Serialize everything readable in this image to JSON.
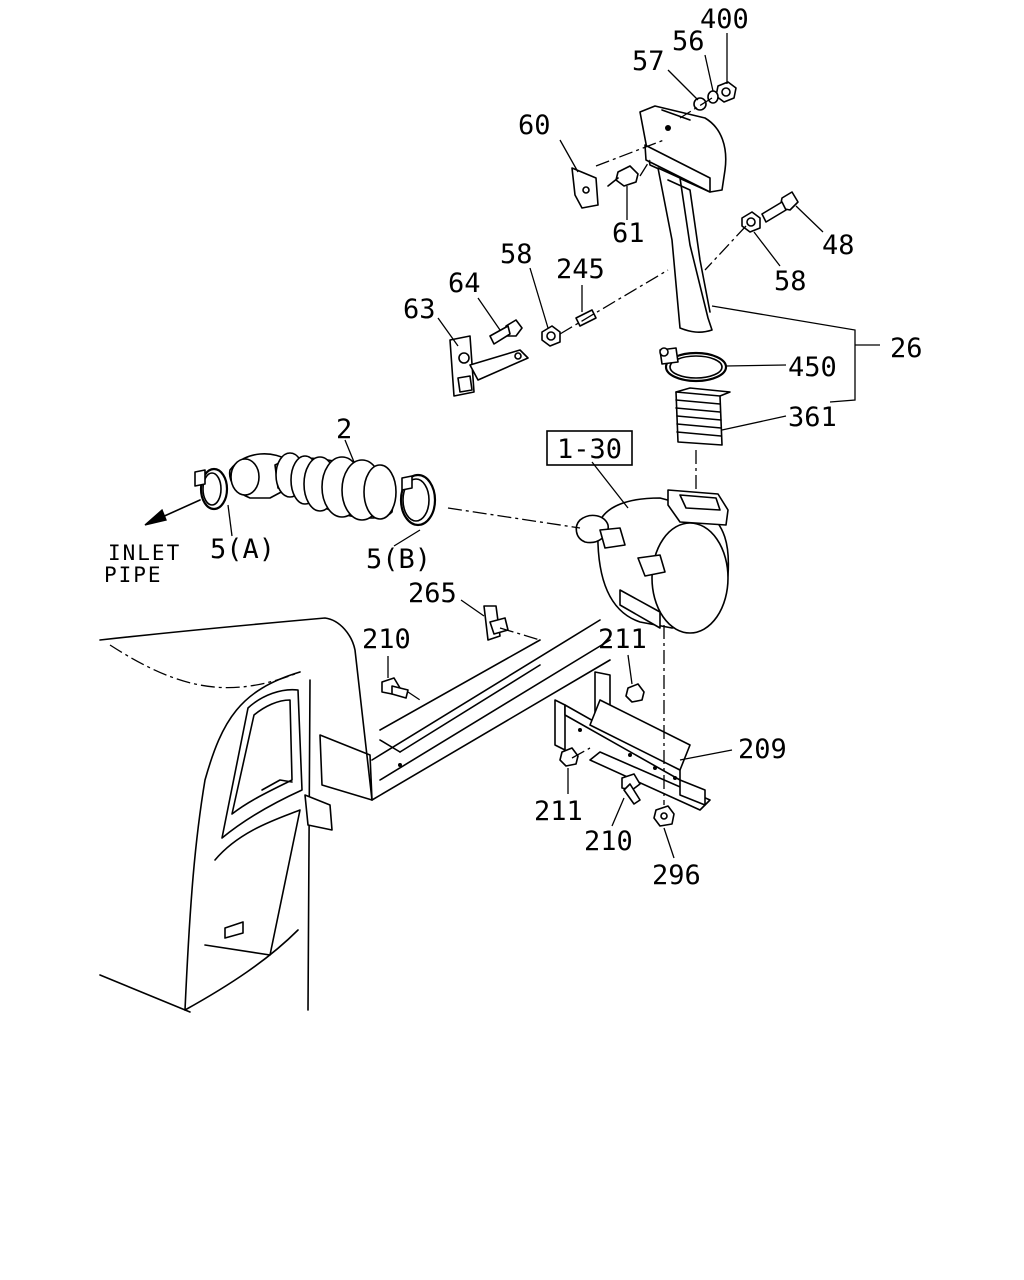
{
  "callouts": {
    "c400": "400",
    "c56": "56",
    "c57": "57",
    "c60": "60",
    "c61": "61",
    "c48": "48",
    "c58_right": "58",
    "c58_left": "58",
    "c245": "245",
    "c64": "64",
    "c63": "63",
    "c26": "26",
    "c450": "450",
    "c361": "361",
    "c2": "2",
    "c1_30": "1-30",
    "c5a": "5(A)",
    "c5b": "5(B)",
    "c265": "265",
    "c210_top": "210",
    "c211_top": "211",
    "c209": "209",
    "c211_bottom": "211",
    "c210_bottom": "210",
    "c296": "296"
  },
  "inlet_pipe": {
    "line1": "INLET",
    "line2": "PIPE"
  }
}
